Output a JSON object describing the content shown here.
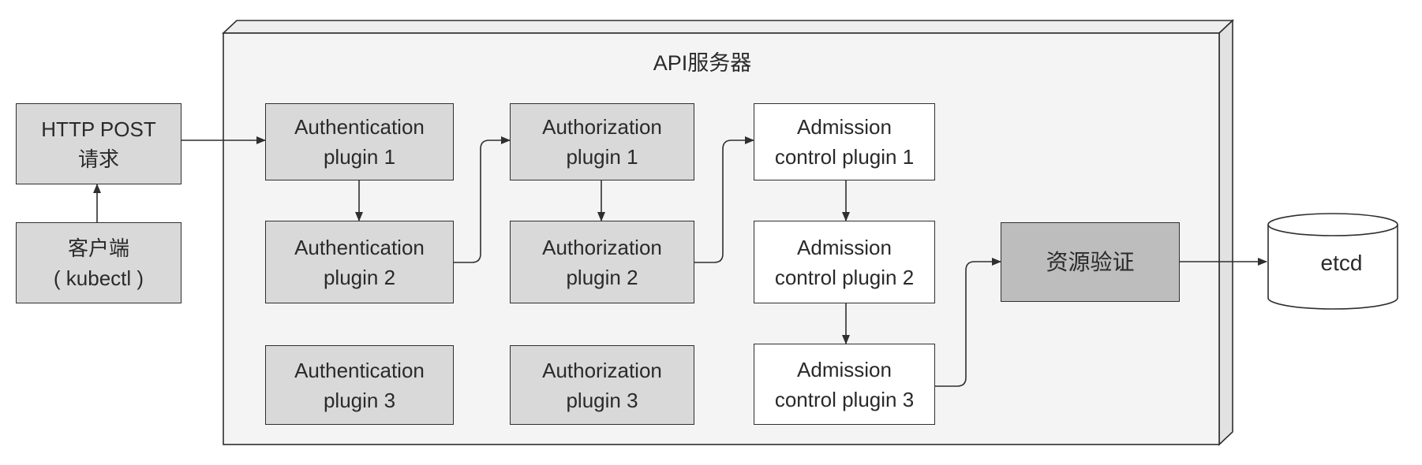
{
  "api_server": {
    "title": "API服务器"
  },
  "client_request": {
    "line1": "HTTP POST",
    "line2": "请求"
  },
  "client": {
    "line1": "客户端",
    "line2": "( kubectl )"
  },
  "authentication": [
    {
      "line1": "Authentication",
      "line2": "plugin 1"
    },
    {
      "line1": "Authentication",
      "line2": "plugin 2"
    },
    {
      "line1": "Authentication",
      "line2": "plugin 3"
    }
  ],
  "authorization": [
    {
      "line1": "Authorization",
      "line2": "plugin 1"
    },
    {
      "line1": "Authorization",
      "line2": "plugin 2"
    },
    {
      "line1": "Authorization",
      "line2": "plugin 3"
    }
  ],
  "admission": [
    {
      "line1": "Admission",
      "line2": "control plugin 1"
    },
    {
      "line1": "Admission",
      "line2": "control plugin 2"
    },
    {
      "line1": "Admission",
      "line2": "control plugin 3"
    }
  ],
  "validation": {
    "label": "资源验证"
  },
  "etcd": {
    "label": "etcd"
  },
  "colors": {
    "server_fill": "#f4f4f4",
    "plugin_fill": "#d9d9d9",
    "validation_fill": "#bdbdbd",
    "stroke": "#2f2f2f"
  }
}
